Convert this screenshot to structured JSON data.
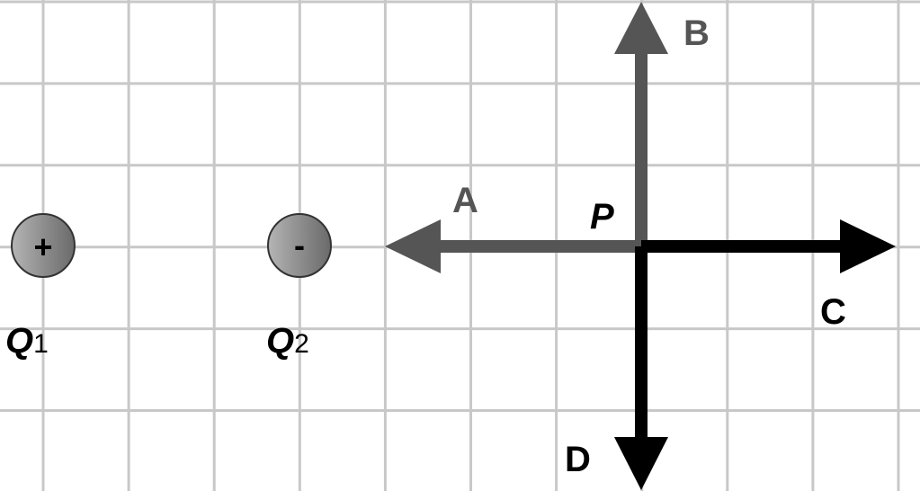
{
  "charges": [
    {
      "name": "Q",
      "subscript": "1",
      "sign": "+"
    },
    {
      "name": "Q",
      "subscript": "2",
      "sign": "-"
    }
  ],
  "point_label": "P",
  "vectors": [
    {
      "label": "A",
      "direction": "left",
      "color": "#555555"
    },
    {
      "label": "B",
      "direction": "up",
      "color": "#555555"
    },
    {
      "label": "C",
      "direction": "right",
      "color": "#000000"
    },
    {
      "label": "D",
      "direction": "down",
      "color": "#000000"
    }
  ],
  "colors": {
    "grid": "#c8c8c8",
    "charge_fill": "#8a8a8a"
  }
}
